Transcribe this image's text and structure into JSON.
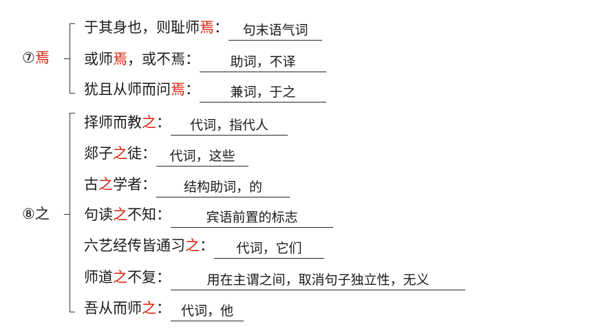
{
  "groups": [
    {
      "label_num": "⑦",
      "label_char": "焉",
      "items": [
        {
          "pre": "于其身也，则耻师",
          "key": "焉",
          "post": "：",
          "answer": "句末语气词"
        },
        {
          "pre": "或师",
          "key": "焉",
          "post": "，或不焉：",
          "answer": "助词，不译"
        },
        {
          "pre": "犹且从师而问",
          "key": "焉",
          "post": "：",
          "answer": "兼词，于之"
        }
      ]
    },
    {
      "label_num": "⑧",
      "label_char": "之",
      "items": [
        {
          "pre": "择师而教",
          "key": "之",
          "post": "：",
          "answer": "代词，指代人"
        },
        {
          "pre": "郯子",
          "key": "之",
          "post": "徒：",
          "answer": "代词，这些"
        },
        {
          "pre": "古",
          "key": "之",
          "post": "学者：",
          "answer": "结构助词，的"
        },
        {
          "pre": "句读",
          "key": "之",
          "post": "不知：",
          "answer": "宾语前置的标志"
        },
        {
          "pre": "六艺经传皆通习",
          "key": "之",
          "post": "：",
          "answer": "代词，它们"
        },
        {
          "pre": "师道",
          "key": "之",
          "post": "不复：",
          "answer": "用在主谓之间，取消句子独立性，无义"
        },
        {
          "pre": "吾从而师",
          "key": "之",
          "post": "：",
          "answer": "代词，他"
        }
      ]
    }
  ],
  "colors": {
    "highlight": "#d81e06",
    "text": "#1a1a1a"
  }
}
